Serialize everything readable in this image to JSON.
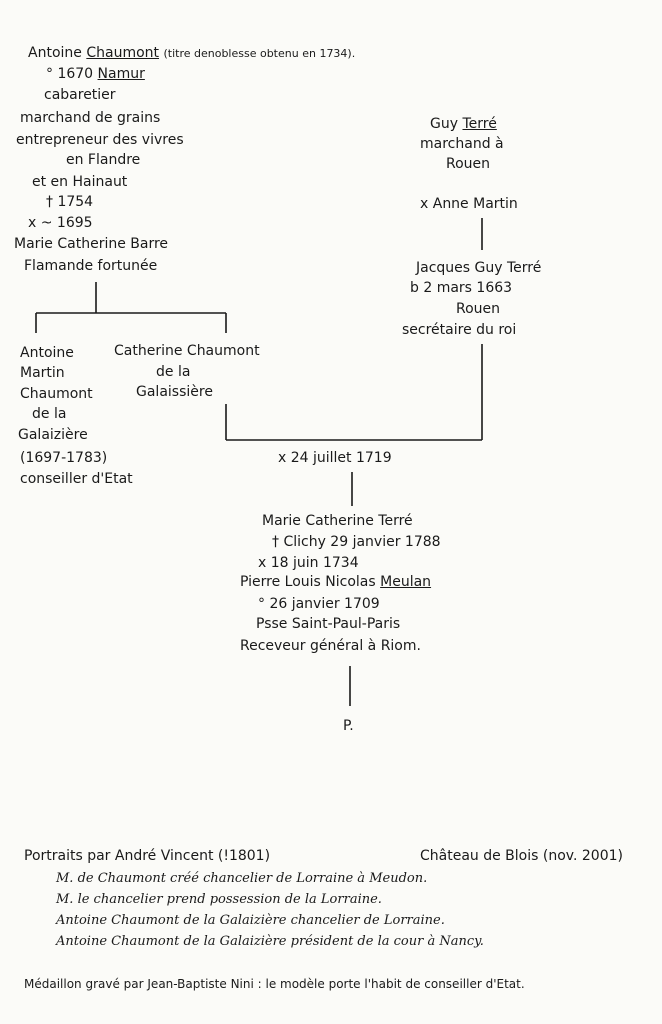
{
  "tree": {
    "antoine_chaumont": {
      "given": "Antoine",
      "surname": "Chaumont",
      "note": "(titre denoblesse obtenu en 1734).",
      "born": "° 1670",
      "born_place": "Namur",
      "occupation": [
        "cabaretier",
        "marchand de grains",
        "entrepreneur des vivres",
        "en Flandre",
        "et en Hainaut"
      ],
      "died": "† 1754",
      "marriage": "x ~ 1695"
    },
    "marie_catherine_barre": {
      "name": "Marie Catherine Barre",
      "note": "Flamande fortunée"
    },
    "guy_terre": {
      "given": "Guy",
      "surname": "Terré",
      "occupation": [
        "marchand à",
        "Rouen"
      ],
      "marriage": "x Anne Martin"
    },
    "jacques_guy_terre": {
      "name": "Jacques Guy Terré",
      "born": "b 2 mars 1663",
      "place": "Rouen",
      "occupation": "secrétaire du roi"
    },
    "antoine_martin": {
      "lines": [
        "Antoine",
        "Martin",
        "Chaumont",
        "de la",
        "Galaizière",
        "(1697-1783)",
        "conseiller d'Etat"
      ]
    },
    "catherine_chaumont": {
      "lines": [
        "Catherine Chaumont",
        "de la",
        "Galaissière"
      ]
    },
    "marriage_1719": "x 24 juillet 1719",
    "marie_catherine_terre": {
      "name": "Marie Catherine Terré",
      "died": "† Clichy 29 janvier 1788",
      "marriage": "x 18 juin 1734"
    },
    "pierre_louis": {
      "given": "Pierre Louis Nicolas",
      "surname": "Meulan",
      "born": "° 26 janvier 1709",
      "parish": "Psse Saint-Paul-Paris",
      "occupation": "Receveur général à Riom."
    },
    "descendant": "P."
  },
  "notes": {
    "portraits_title": "Portraits par André Vincent (!1801)",
    "location": "Château de Blois (nov. 2001)",
    "portraits": [
      "M. de Chaumont créé chancelier de Lorraine à Meudon.",
      "M. le chancelier prend possession de la Lorraine.",
      "Antoine Chaumont de la Galaizière chancelier de Lorraine.",
      "Antoine Chaumont de la Galaizière président de la cour à Nancy."
    ],
    "medallion": "Médaillon gravé par Jean-Baptiste Nini : le modèle porte l'habit de conseiller d'Etat."
  }
}
